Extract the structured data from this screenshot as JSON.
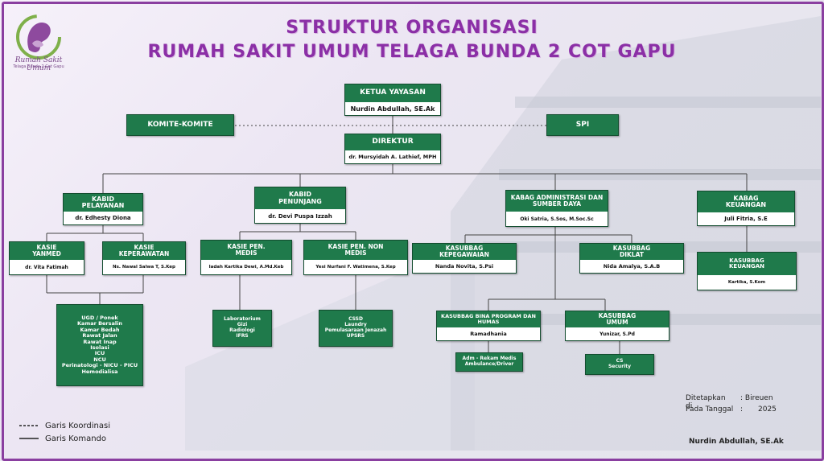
{
  "title_line1": "STRUKTUR ORGANISASI",
  "title_line2": "RUMAH SAKIT UMUM TELAGA BUNDA 2 COT GAPU",
  "logo": {
    "name": "Rumah Sakit Umum",
    "sub": "Telaga Bunda 2 Cot Gapu"
  },
  "ketua": {
    "title": "KETUA YAYASAN",
    "name": "Nurdin Abdullah, SE.Ak"
  },
  "komite": "KOMITE-KOMITE",
  "spi": "SPI",
  "direktur": {
    "title": "DIREKTUR",
    "name": "dr. Mursyidah A. Lathief, MPH"
  },
  "kabid_pelayanan": {
    "title": "KABID PELAYANAN",
    "name": "dr. Edhesty Diona"
  },
  "kabid_penunjang": {
    "title": "KABID PENUNJANG",
    "name": "dr. Devi Puspa Izzah"
  },
  "kabag_admin": {
    "title": "KABAG ADMINISTRASI DAN SUMBER DAYA",
    "name": "Oki Satria, S.Sos, M.Soc.Sc"
  },
  "kabag_keuangan": {
    "title": "KABAG KEUANGAN",
    "name": "Juli Fitria, S.E"
  },
  "kasie_yanmed": {
    "title": "KASIE YANMED",
    "name": "dr. Vita Fatimah"
  },
  "kasie_keperawatan": {
    "title": "KASIE KEPERAWATAN",
    "name": "Ns. Nawal Salwa T, S.Kep"
  },
  "kasie_pen_medis": {
    "title": "KASIE PEN. MEDIS",
    "name": "Iadah Kartika Dewi, A.Md.Keb"
  },
  "kasie_pen_non_medis": {
    "title": "KASIE PEN. NON MEDIS",
    "name": "Yesi Nurfani F. Watimena, S.Kep"
  },
  "kasubbag_kepegawaian": {
    "title": "KASUBBAG KEPEGAWAIAN",
    "name": "Nanda Novita, S.Psi"
  },
  "kasubbag_diklat": {
    "title": "KASUBBAG DIKLAT",
    "name": "Nida Amalya, S.A.B"
  },
  "kasubbag_keuangan": {
    "title": "KASUBBAG KEUANGAN",
    "name": "Kartika, S.Kom"
  },
  "kasubbag_bina": {
    "title": "KASUBBAG BINA PROGRAM DAN HUMAS",
    "name": "Ramadhania"
  },
  "kasubbag_umum": {
    "title": "KASUBBAG UMUM",
    "name": "Yunizar, S.Pd"
  },
  "units_pelayanan": [
    "UGD / Ponek",
    "Kamar Bersalin",
    "Kamar Bedah",
    "Rawat Jalan",
    "Rawat Inap",
    "Isolasi",
    "ICU",
    "NCU",
    "Perinatologi - NICU - PICU",
    "Hemodialisa"
  ],
  "units_penunjang_medis": [
    "Laboratorium",
    "Gizi",
    "Radiologi",
    "IFRS"
  ],
  "units_penunjang_non_medis": [
    "CSSD",
    "Laundry",
    "Pemulasaraan Jenazah",
    "UPSRS"
  ],
  "units_bina": [
    "Adm - Rekam Medis",
    "Ambulance/Driver"
  ],
  "units_umum": [
    "CS",
    "Security"
  ],
  "legend": {
    "koordinasi": "Garis Koordinasi",
    "komando": "Garis Komando"
  },
  "signature": {
    "ditetapkan_label": "Ditetapkan di",
    "ditetapkan_value": ": Bireuen",
    "tanggal_label": "Pada Tanggal",
    "tanggal_value": "2025",
    "name": "Nurdin Abdullah, SE.Ak"
  },
  "colors": {
    "box_green": "#1f7a4b",
    "title_purple": "#8b2fa6",
    "frame": "#8a3fa0"
  }
}
